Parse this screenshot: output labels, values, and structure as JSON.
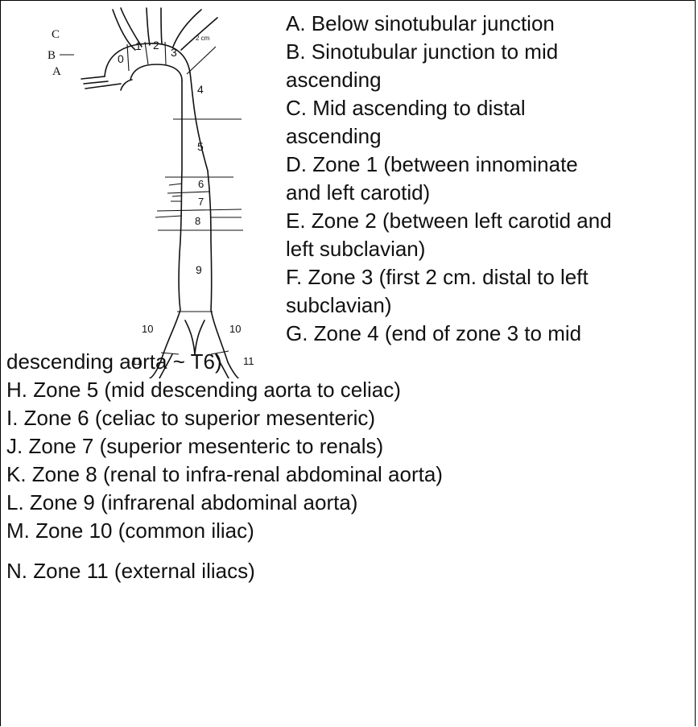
{
  "diagram": {
    "side_labels": [
      "C",
      "B",
      "A"
    ],
    "arch_zone_labels": [
      "0",
      "1",
      "2",
      "3"
    ],
    "distance_label": "2 cm",
    "trunk_zone_labels": [
      "4",
      "5",
      "6",
      "7",
      "8",
      "9"
    ],
    "iliac_labels": [
      "10",
      "10",
      "11",
      "11"
    ]
  },
  "legend": {
    "lines": [
      "A. Below sinotubular junction",
      "B. Sinotubular junction to mid",
      "ascending",
      "C. Mid ascending to distal",
      "ascending",
      "D. Zone 1 (between innominate",
      "and left carotid)",
      "E. Zone 2 (between left carotid and",
      "left subclavian)",
      "F. Zone 3 (first 2 cm. distal to left",
      "subclavian)",
      "G. Zone 4 (end of zone 3 to mid",
      "descending aorta ~ T6)",
      "H. Zone 5 (mid descending aorta to celiac)",
      "I. Zone 6 (celiac to superior mesenteric)",
      "J. Zone 7 (superior mesenteric to renals)",
      "K. Zone 8 (renal to infra-renal abdominal aorta)",
      "L. Zone 9 (infrarenal abdominal aorta)",
      "M. Zone 10 (common iliac)",
      "N. Zone 11 (external iliacs)"
    ]
  }
}
